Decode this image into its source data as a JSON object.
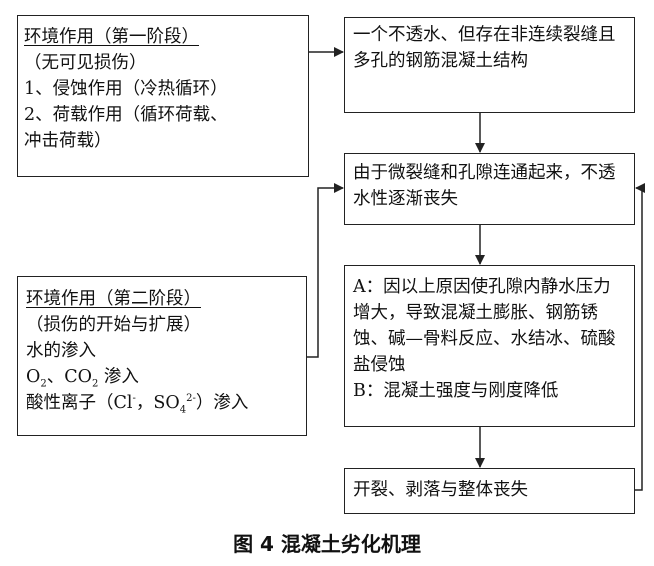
{
  "stage1": {
    "title": "环境作用（第一阶段）",
    "subtitle": "（无可见损伤）",
    "item1": "1、侵蚀作用（冷热循环）",
    "item2_a": "2、荷载作用（循环荷载、",
    "item2_b": "冲击荷载）"
  },
  "concrete": {
    "text": "一个不透水、但存在非连续裂缝且多孔的钢筋混凝土结构"
  },
  "loss": {
    "text": "由于微裂缝和孔隙连通起来，不透水性逐渐丧失"
  },
  "ab": {
    "a_text": "A：因以上原因使孔隙内静水压力增大，导致混凝土膨胀、钢筋锈蚀、碱—骨料反应、水结冰、硫酸盐侵蚀",
    "b_text": "B：混凝土强度与刚度降低"
  },
  "crack": {
    "text": "开裂、剥落与整体丧失"
  },
  "stage2": {
    "title": "环境作用（第二阶段）",
    "subtitle": "（损伤的开始与扩展）",
    "water": "水的渗入",
    "o2": "O",
    "o2_sub": "2",
    "co2_sep": "、CO",
    "co2_sub": "2",
    "gas_suffix": " 渗入",
    "acid_prefix": "酸性离子（Cl",
    "cl_sup": "-",
    "so4_prefix": "，SO",
    "so4_sub": "4",
    "so4_sup": "2-",
    "acid_suffix": "）渗入"
  },
  "caption": "图 4   混凝土劣化机理"
}
